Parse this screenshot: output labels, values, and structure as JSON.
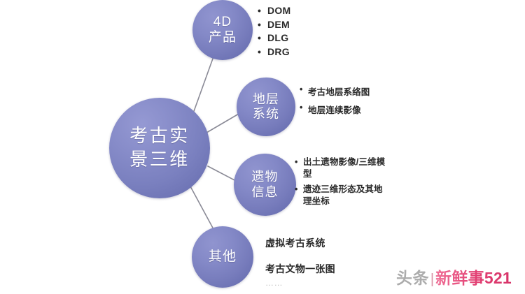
{
  "diagram": {
    "center": {
      "label_lines": [
        "考古实",
        "景三维"
      ],
      "name": "考古实景三维"
    },
    "nodes": [
      {
        "id": "4d-product",
        "label_lines": [
          "4D",
          "产品"
        ],
        "bullets": [
          "DOM",
          "DEM",
          "DLG",
          "DRG"
        ]
      },
      {
        "id": "stratum-system",
        "label_lines": [
          "地层",
          "系统"
        ],
        "bullets": [
          "考古地层系络图",
          "地层连续影像"
        ]
      },
      {
        "id": "relic-information",
        "label_lines": [
          "遗物",
          "信息"
        ],
        "bullets": [
          "出土遗物影像/三维模型",
          "遗迹三维形态及其地理坐标"
        ]
      },
      {
        "id": "other",
        "label_lines": [
          "其他"
        ],
        "bullets": [
          "虚拟考古系统",
          "考古文物一张图"
        ],
        "ellipsis": "……"
      }
    ],
    "colors": {
      "node_fill": "#7a80bf",
      "node_fill_light": "#9094cf",
      "node_fill_dark": "#5f66aa",
      "connector": "#8a8a96",
      "bullet_text": "#2a2a2a",
      "background": "#ffffff"
    }
  },
  "watermark": {
    "head": "头条",
    "separator": "|",
    "brand": "新鲜事521",
    "head_color": "#9b9b9b",
    "brand_color": "#e0507e"
  }
}
